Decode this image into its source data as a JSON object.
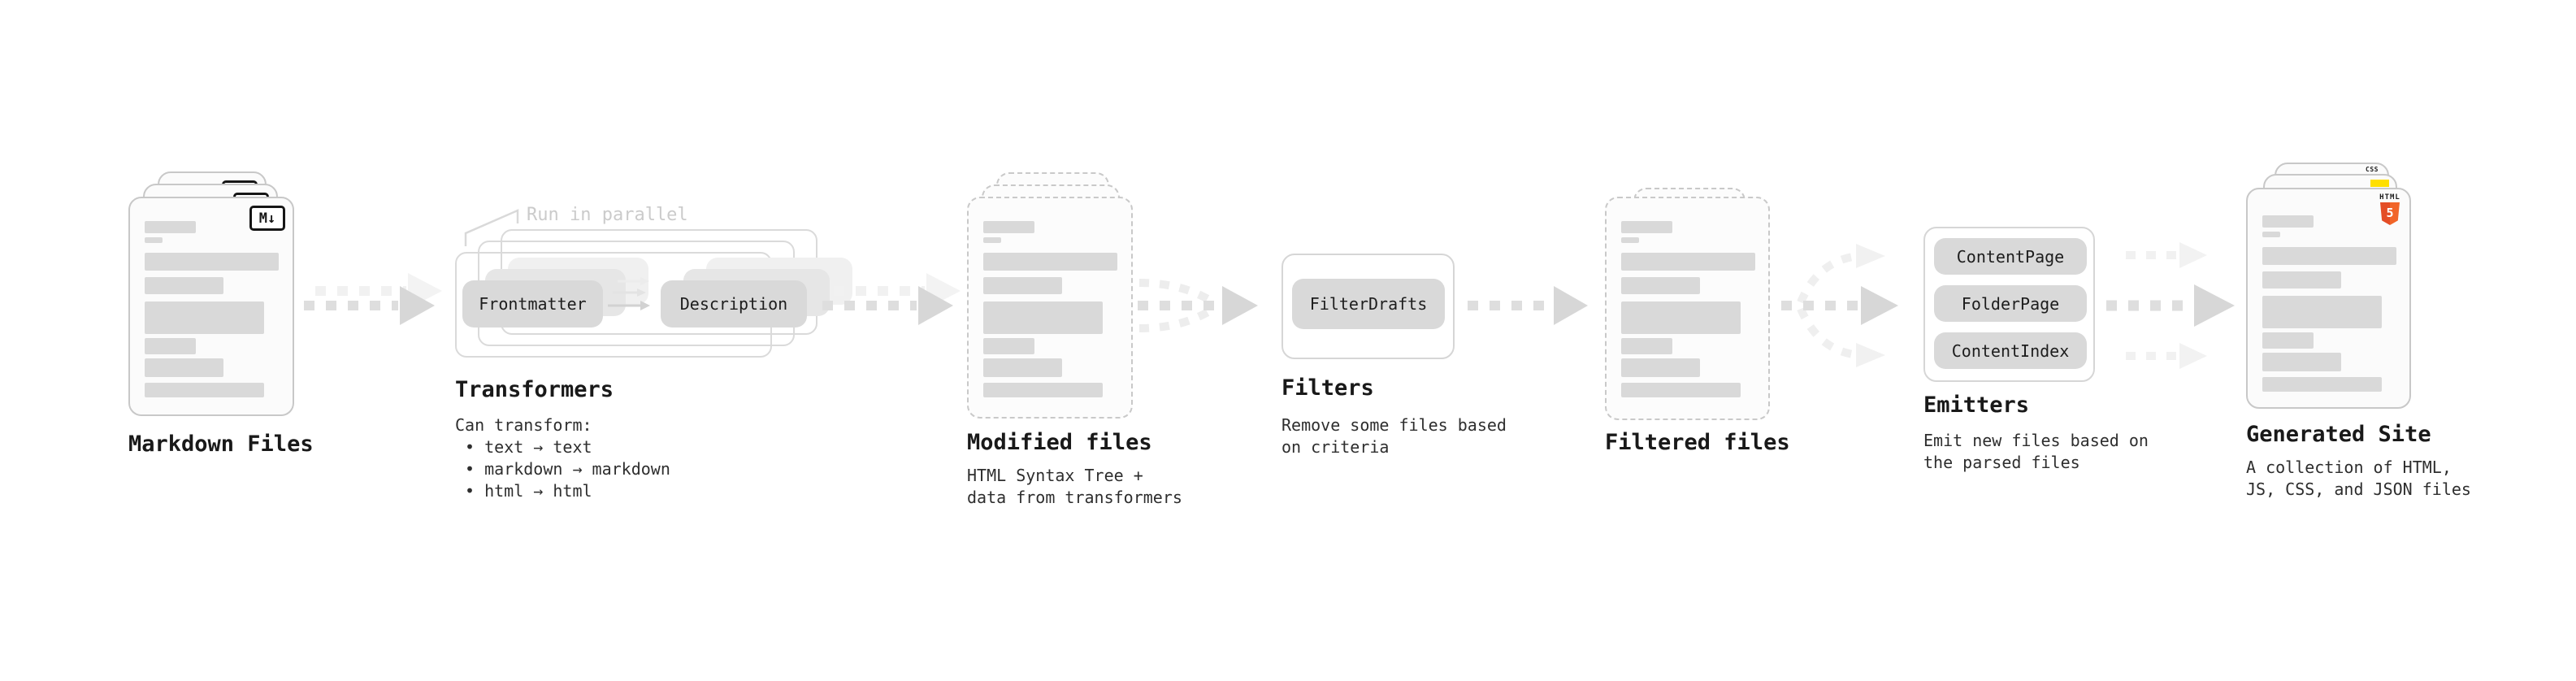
{
  "stages": {
    "markdown_files": {
      "title": "Markdown Files"
    },
    "transformers": {
      "title": "Transformers",
      "note": "Run in parallel",
      "pill_left": "Frontmatter",
      "pill_right": "Description",
      "desc_lines": [
        "Can transform:",
        "• text → text",
        "• markdown → markdown",
        "• html → html"
      ]
    },
    "modified_files": {
      "title": "Modified files",
      "desc_lines": [
        "HTML Syntax Tree +",
        "data from transformers"
      ]
    },
    "filters": {
      "title": "Filters",
      "pill": "FilterDrafts",
      "desc_lines": [
        "Remove some files based",
        "on criteria"
      ]
    },
    "filtered_files": {
      "title": "Filtered files"
    },
    "emitters": {
      "title": "Emitters",
      "pills": [
        "ContentPage",
        "FolderPage",
        "ContentIndex"
      ],
      "desc_lines": [
        "Emit new files based on",
        "the parsed files"
      ]
    },
    "generated_site": {
      "title": "Generated Site",
      "desc_lines": [
        "A collection of HTML,",
        "JS, CSS, and JSON files"
      ]
    }
  },
  "icons": {
    "markdown_badge": "M↓",
    "css_badge": "CSS",
    "html5_badge_text": "HTML",
    "html5_badge_number": "5"
  },
  "colors": {
    "card_border": "#c8c8c8",
    "placeholder_bar": "#d9d9d9",
    "pill_fill": "#d9d9d9",
    "arrow_dark": "#dedede",
    "arrow_head_dark": "#d7d7d7",
    "arrow_light": "#f1f1f1",
    "note_text": "#cbcbcb",
    "heading_text": "#191919",
    "body_text": "#2e2e2e",
    "js_yellow": "#ffdf00",
    "css_blue": "#2f6bf0",
    "html5_orange": "#e44d26",
    "html5_orange_light": "#f16529"
  }
}
